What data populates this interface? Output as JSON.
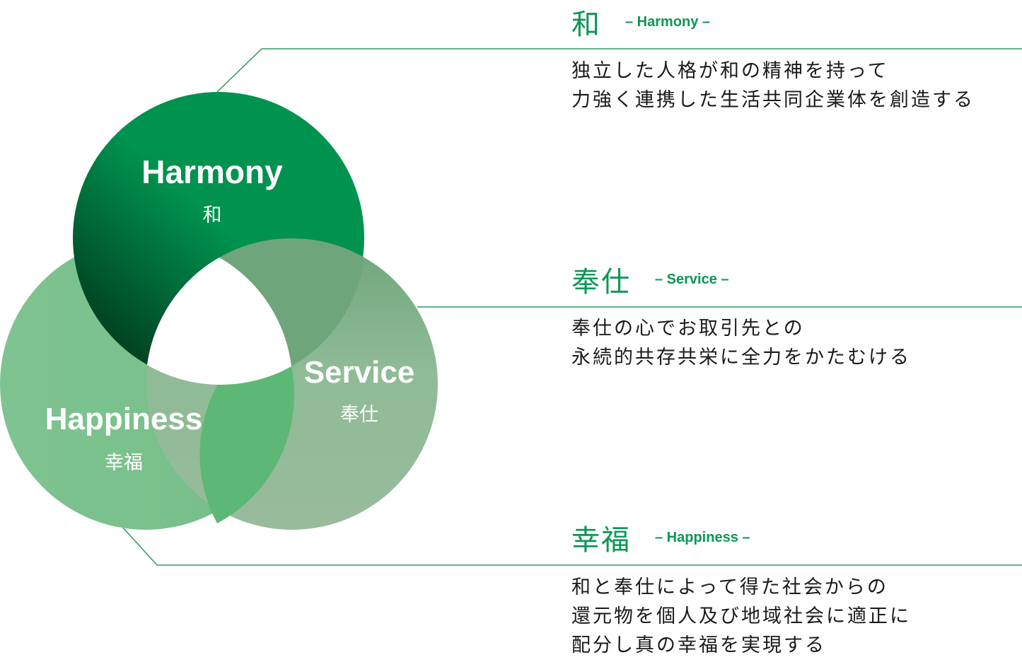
{
  "colors": {
    "accent": "#0a9655",
    "harmony": "#00924f",
    "service": "#93ba98",
    "happiness": "#7fc390",
    "connector": "#2e9a5c"
  },
  "circles": {
    "harmony": {
      "title": "Harmony",
      "subtitle": "和"
    },
    "service": {
      "title": "Service",
      "subtitle": "奉仕"
    },
    "happiness": {
      "title": "Happiness",
      "subtitle": "幸福"
    }
  },
  "sections": {
    "harmony": {
      "kanji": "和",
      "english": "– Harmony –",
      "lines": [
        "独立した人格が和の精神を持って",
        "力強く連携した生活共同企業体を創造する"
      ]
    },
    "service": {
      "kanji": "奉仕",
      "english": "– Service –",
      "lines": [
        "奉仕の心でお取引先との",
        "永続的共存共栄に全力をかたむける"
      ]
    },
    "happiness": {
      "kanji": "幸福",
      "english": "– Happiness –",
      "lines": [
        "和と奉仕によって得た社会からの",
        "還元物を個人及び地域社会に適正に",
        "配分し真の幸福を実現する"
      ]
    }
  }
}
